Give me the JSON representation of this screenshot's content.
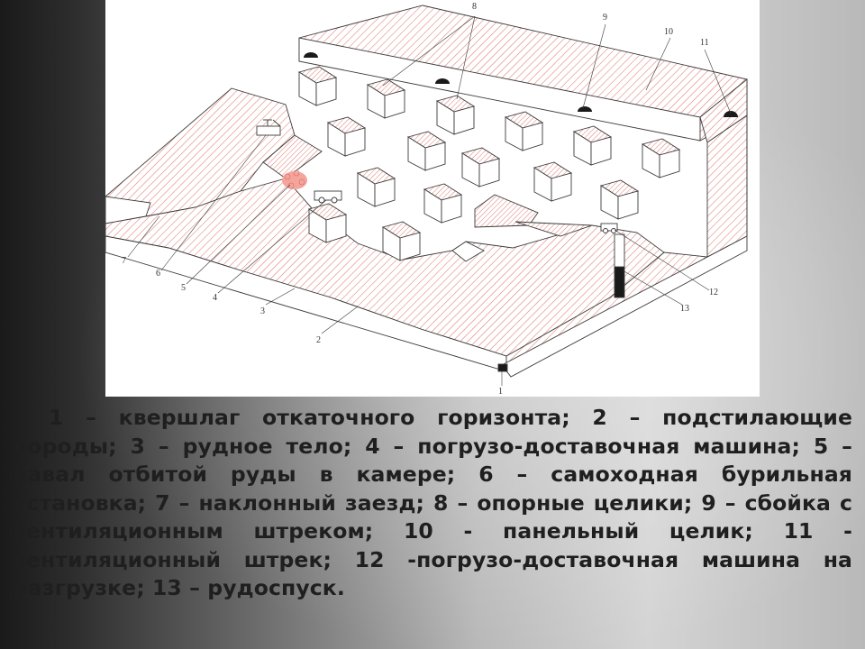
{
  "figure": {
    "labels": [
      "1",
      "2",
      "3",
      "4",
      "5",
      "6",
      "7",
      "8",
      "9",
      "10",
      "11",
      "12",
      "13"
    ]
  },
  "caption": {
    "text": "1 – квершлаг откаточного горизонта; 2 – подстилающие породы; 3 – рудное тело; 4 – погрузо-доставочная машина; 5 – навал отбитой руды в камере; 6 – самоходная бурильная установка; 7 – наклонный заезд; 8 – опорные целики; 9 – сбойка с вентиляционным штреком; 10 - панельный целик; 11 - вентиляционный штрек; 12 -погрузо-доставочная машина на разгрузке; 13 – рудоспуск."
  },
  "colors": {
    "hatch": "#e07a70",
    "line": "#3a3a3a",
    "ore": "#f08b82"
  }
}
